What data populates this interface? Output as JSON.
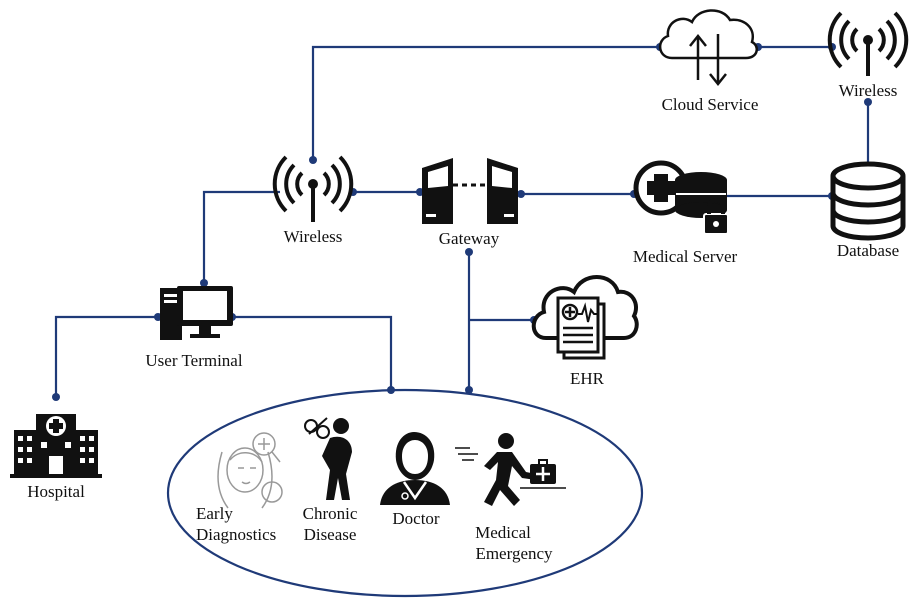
{
  "nodes": {
    "cloud_service": "Cloud Service",
    "wireless_top": "Wireless",
    "wireless_left": "Wireless",
    "gateway": "Gateway",
    "medical_server": "Medical Server",
    "database": "Database",
    "user_terminal": "User Terminal",
    "ehr": "EHR",
    "hospital": "Hospital"
  },
  "applications": {
    "early_diagnostics": [
      "Early",
      "Diagnostics"
    ],
    "chronic_disease": [
      "Chronic",
      "Disease"
    ],
    "doctor": "Doctor",
    "medical_emergency": [
      "Medical",
      "Emergency"
    ]
  },
  "colors": {
    "link": "#1f3a78",
    "icon": "#111111"
  },
  "icons": [
    "cloud-sync-icon",
    "wireless-icon",
    "gateway-icon",
    "medical-server-icon",
    "database-icon",
    "computer-icon",
    "ehr-cloud-icon",
    "hospital-icon",
    "woman-face-icon",
    "chronic-pain-person-icon",
    "doctor-icon",
    "running-person-icon"
  ]
}
